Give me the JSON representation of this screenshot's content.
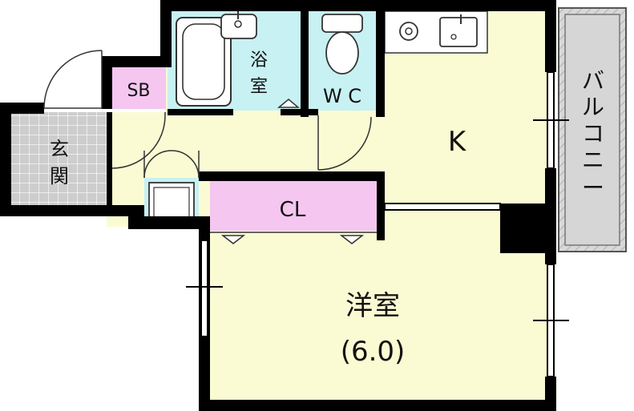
{
  "rooms": {
    "bath": {
      "label_1": "浴",
      "label_2": "室"
    },
    "wc": {
      "label": "W C"
    },
    "shoe_box": {
      "label": "SB"
    },
    "entrance": {
      "label_1": "玄",
      "label_2": "関"
    },
    "kitchen": {
      "label": "K"
    },
    "closet": {
      "label": "CL"
    },
    "western_room": {
      "label": "洋室",
      "size": "(6.0)"
    },
    "balcony": {
      "label": [
        "バ",
        "ル",
        "コ",
        "ニ",
        "ー"
      ]
    }
  },
  "colors": {
    "wall": "#000000",
    "floor": "#fbfbd3",
    "bath": "#c7f1f3",
    "wc": "#c7f1f3",
    "closet": "#f4c6f0",
    "shoe_box": "#f4c6f0",
    "entrance_tile": "#c8c8c8",
    "balcony": "#d4d4d4"
  }
}
